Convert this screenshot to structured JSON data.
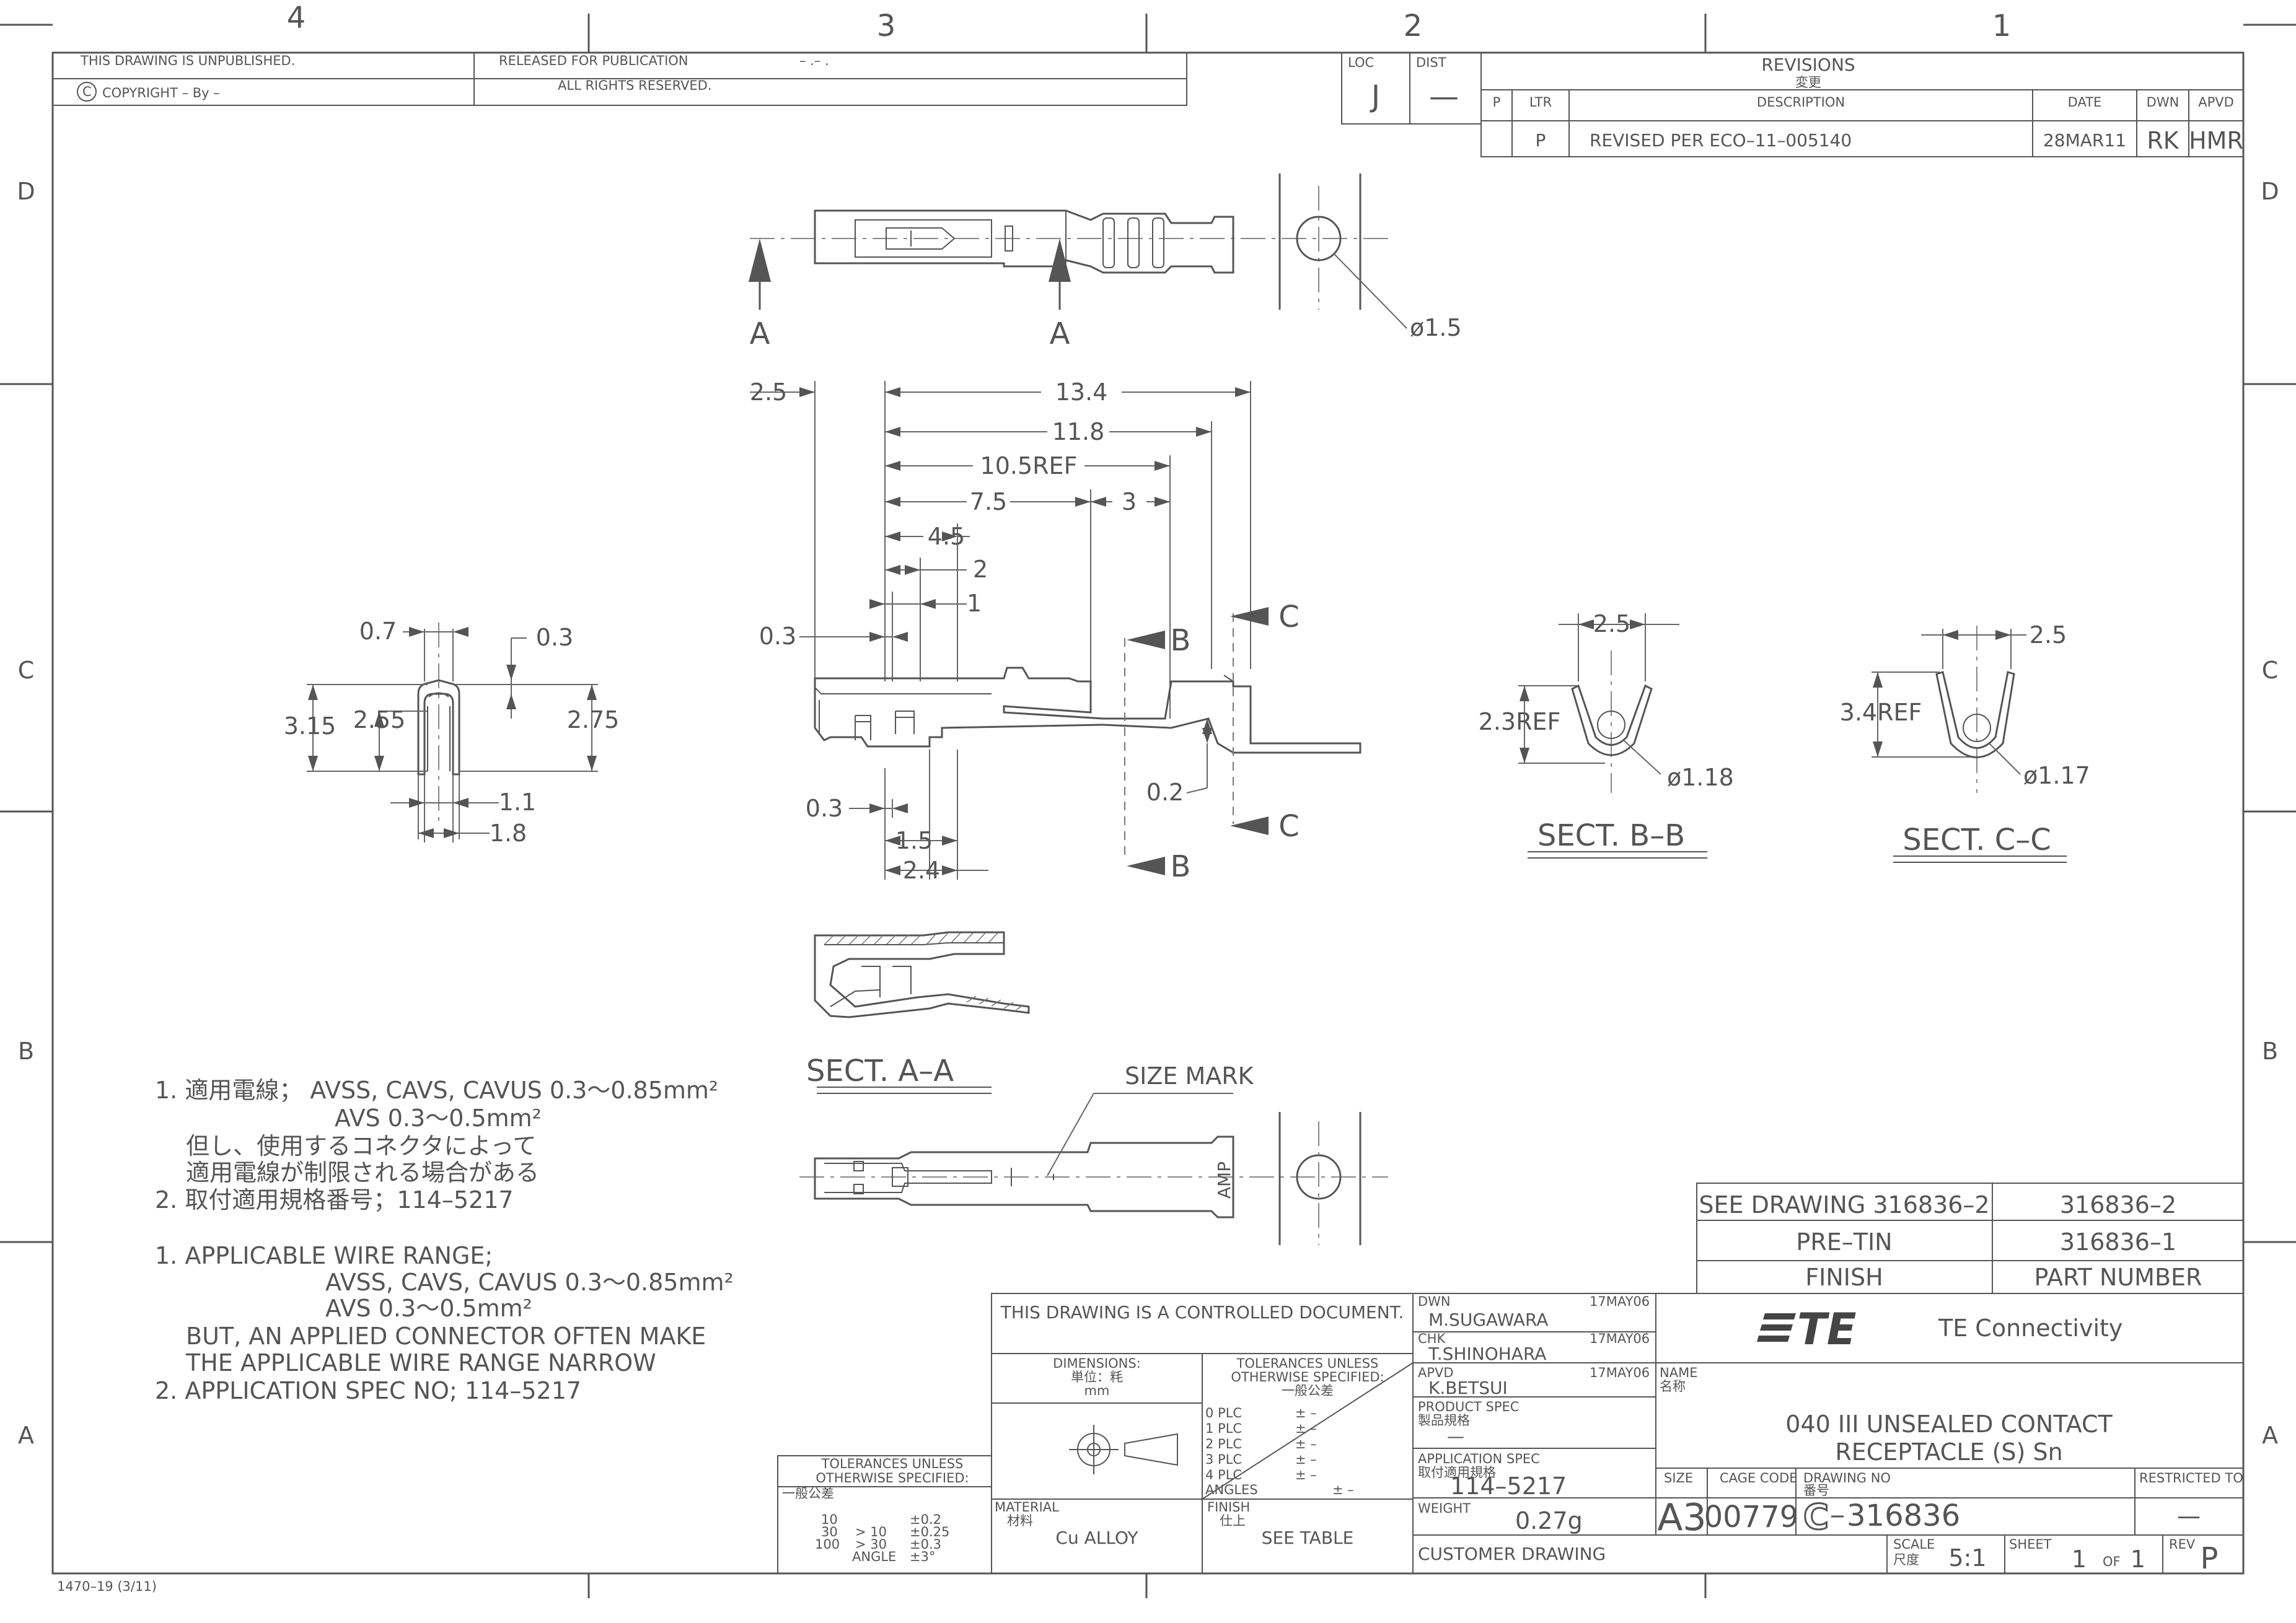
{
  "zones": {
    "top": [
      "4",
      "3",
      "2",
      "1"
    ],
    "side": [
      "D",
      "C",
      "B",
      "A"
    ]
  },
  "header": {
    "unpublished": "THIS DRAWING IS UNPUBLISHED.",
    "copyright": "COPYRIGHT  –     By  –",
    "released": "RELEASED  FOR  PUBLICATION",
    "released_date": "– .–   .",
    "rights": "ALL  RIGHTS  RESERVED.",
    "loc_label": "LOC",
    "loc_value": "J",
    "dist_label": "DIST",
    "dist_value": "—"
  },
  "revisions": {
    "title": "REVISIONS",
    "title_jp": "変更",
    "col_p": "P",
    "col_ltr": "LTR",
    "col_desc": "DESCRIPTION",
    "col_date": "DATE",
    "col_dwn": "DWN",
    "col_apvd": "APVD",
    "row": {
      "ltr": "P",
      "desc": "REVISED  PER  ECO–11–005140",
      "date": "28MAR11",
      "dwn": "RK",
      "apvd": "HMR"
    }
  },
  "dimensions": {
    "d_phi15": "ø1.5",
    "sect_a": "A",
    "d_25": "2.5",
    "d_134": "13.4",
    "d_118": "11.8",
    "d_105": "10.5REF",
    "d_75": "7.5",
    "d_3": "3",
    "d_45": "4.5",
    "d_2": "2",
    "d_1": "1",
    "d_03a": "0.3",
    "d_03b": "0.3",
    "d_15": "1.5",
    "d_24": "2.4",
    "d_02": "0.2",
    "sect_b": "B",
    "sect_c": "C",
    "end_07": "0.7",
    "end_03": "0.3",
    "end_315": "3.15",
    "end_255": "2.55",
    "end_275": "2.75",
    "end_11": "1.1",
    "end_18": "1.8",
    "bb_25": "2.5",
    "bb_23": "2.3REF",
    "bb_118": "ø1.18",
    "bb_title": "SECT.  B–B",
    "cc_25": "2.5",
    "cc_34": "3.4REF",
    "cc_117": "ø1.17",
    "cc_title": "SECT.  C–C",
    "aa_title": "SECT.  A–A",
    "size_mark": "SIZE  MARK",
    "amp": "AMP"
  },
  "notes": {
    "jp1a": "1. 適用電線；  AVSS, CAVS, CAVUS 0.3～0.85mm²",
    "jp1b": "AVS 0.3～0.5mm²",
    "jp1c": "但し、使用するコネクタによって",
    "jp1d": "適用電線が制限される場合がある",
    "jp2": "2. 取付適用規格番号；114–5217",
    "en1a": "1. APPLICABLE  WIRE  RANGE;",
    "en1b": "AVSS,  CAVS,  CAVUS  0.3～0.85mm²",
    "en1c": "AVS  0.3～0.5mm²",
    "en1d": "BUT,  AN  APPLIED  CONNECTOR  OFTEN  MAKE",
    "en1e": "THE  APPLICABLE  WIRE  RANGE  NARROW",
    "en2": "2. APPLICATION  SPEC  NO;  114–5217"
  },
  "part_table": {
    "row1_left": "SEE  DRAWING  316836–2",
    "row1_right": "316836–2",
    "row2_left": "PRE–TIN",
    "row2_right": "316836–1",
    "row3_left": "FINISH",
    "row3_right": "PART  NUMBER"
  },
  "tolerance_small": {
    "title1": "TOLERANCES  UNLESS",
    "title2": "OTHERWISE  SPECIFIED:",
    "jp": "一般公差",
    "r1a": "10",
    "r1b": "±0.2",
    "r2a": "30",
    "r2b": "> 10",
    "r2c": "±0.25",
    "r3a": "100",
    "r3b": "> 30",
    "r3c": "±0.3",
    "r4a": "ANGLE",
    "r4b": "±3°"
  },
  "title_block": {
    "controlled": "THIS  DRAWING  IS  A  CONTROLLED  DOCUMENT.",
    "dimensions_label": "DIMENSIONS:",
    "dimensions_unit_jp": "単位：粍",
    "dimensions_unit": "mm",
    "tol_title1": "TOLERANCES  UNLESS",
    "tol_title2": "OTHERWISE  SPECIFIED:",
    "tol_jp": "一般公差",
    "plc0": "0  PLC",
    "plc1": "1  PLC",
    "plc2": "2  PLC",
    "plc3": "3  PLC",
    "plc4": "4  PLC",
    "angles": "ANGLES",
    "pm": "±  –",
    "material_label": "MATERIAL",
    "material_jp": "材料",
    "material": "Cu  ALLOY",
    "finish_label": "FINISH",
    "finish_jp": "仕上",
    "finish": "SEE  TABLE",
    "dwn_label": "DWN",
    "dwn_name": "M.SUGAWARA",
    "dwn_date": "17MAY06",
    "chk_label": "CHK",
    "chk_name": "T.SHINOHARA",
    "chk_date": "17MAY06",
    "apvd_label": "APVD",
    "apvd_name": "K.BETSUI",
    "apvd_date": "17MAY06",
    "product_spec_label": "PRODUCT  SPEC",
    "product_spec_jp": "製品規格",
    "product_spec": "—",
    "app_spec_label": "APPLICATION  SPEC",
    "app_spec_jp": "取付適用規格",
    "app_spec": "114–5217",
    "weight_label": "WEIGHT",
    "weight": "0.27g",
    "customer": "CUSTOMER  DRAWING",
    "company": "TE  Connectivity",
    "logo": "TE",
    "name_label": "NAME",
    "name_jp": "名称",
    "name1": "040  III  UNSEALED  CONTACT",
    "name2": "RECEPTACLE  (S)  Sn",
    "size_label": "SIZE",
    "size": "A3",
    "cage_label": "CAGE  CODE",
    "cage": "00779",
    "dwg_label": "DRAWING  NO",
    "dwg_jp": "番号",
    "dwg_prefix": "C",
    "dwg_no": "316836",
    "restricted_label": "RESTRICTED  TO",
    "restricted": "—",
    "scale_label": "SCALE",
    "scale_jp": "尺度",
    "scale": "5:1",
    "sheet_label": "SHEET",
    "sheet": "1",
    "of": "OF",
    "sheets": "1",
    "rev_label": "REV",
    "rev": "P"
  },
  "form_no": "1470–19   (3/11)"
}
